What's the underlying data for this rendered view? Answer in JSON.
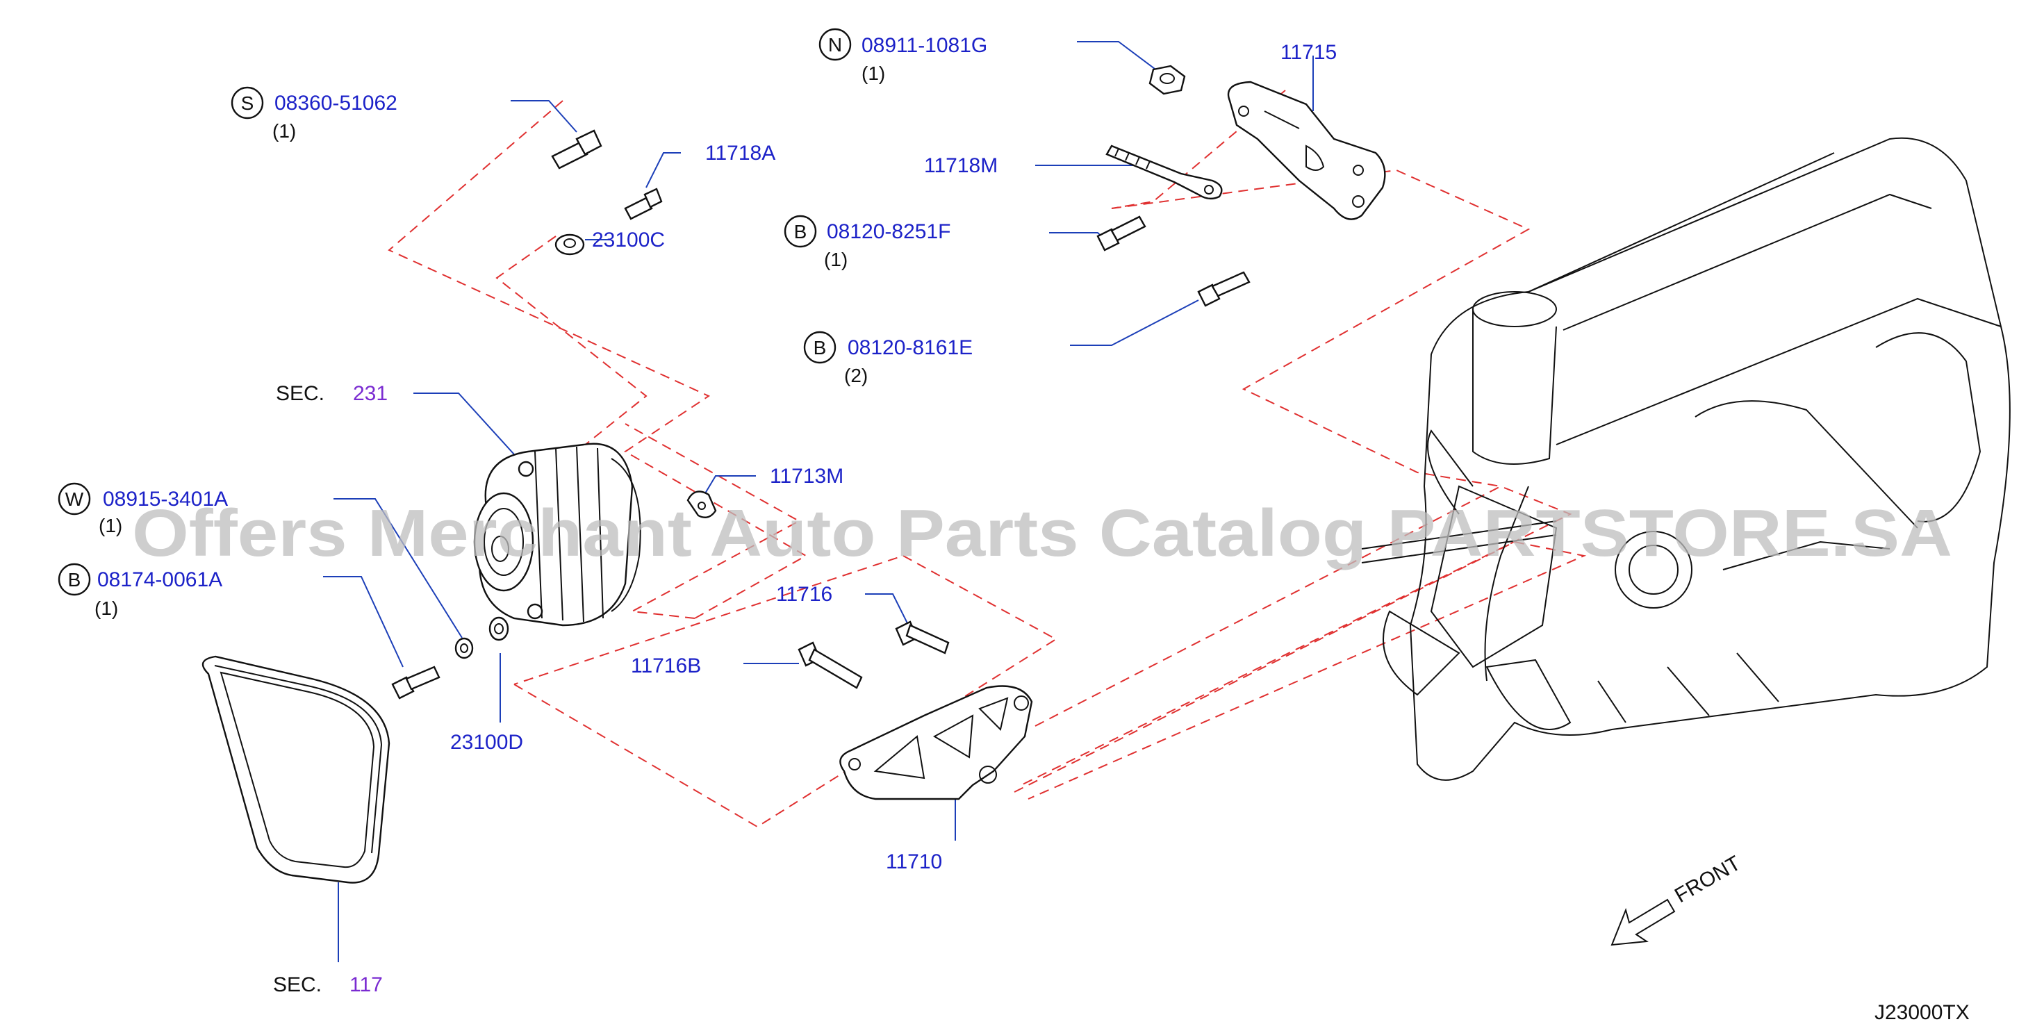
{
  "labels": {
    "p_08911": {
      "badge": "N",
      "number": "08911-1081G",
      "qty": "(1)"
    },
    "p_08360": {
      "badge": "S",
      "number": "08360-51062",
      "qty": "(1)"
    },
    "p_11715": {
      "number": "11715"
    },
    "p_11718A": {
      "number": "11718A"
    },
    "p_11718M": {
      "number": "11718M"
    },
    "p_23100C": {
      "number": "23100C"
    },
    "p_08120_8251F": {
      "badge": "B",
      "number": "08120-8251F",
      "qty": "(1)"
    },
    "p_08120_8161E": {
      "badge": "B",
      "number": "08120-8161E",
      "qty": "(2)"
    },
    "sec_231": {
      "prefix": "SEC.",
      "number": "231"
    },
    "p_08915": {
      "badge": "W",
      "number": "08915-3401A",
      "qty": "(1)"
    },
    "p_08174": {
      "badge": "B",
      "number": "08174-0061A",
      "qty": "(1)"
    },
    "p_11713M": {
      "number": "11713M"
    },
    "p_11716": {
      "number": "11716"
    },
    "p_11716B": {
      "number": "11716B"
    },
    "p_23100D": {
      "number": "23100D"
    },
    "p_11710": {
      "number": "11710"
    },
    "sec_117": {
      "prefix": "SEC.",
      "number": "117"
    }
  },
  "front_label": "FRONT",
  "diagram_code": "J23000TX",
  "watermark": "Offers Merchant Auto Parts Catalog PARTSTORE.SA",
  "colors": {
    "part_number": "#1c22c8",
    "section_number": "#7a2bd1",
    "leader_line": "#1c3fb8",
    "dashed_line": "#e03030",
    "outline": "#111111"
  }
}
